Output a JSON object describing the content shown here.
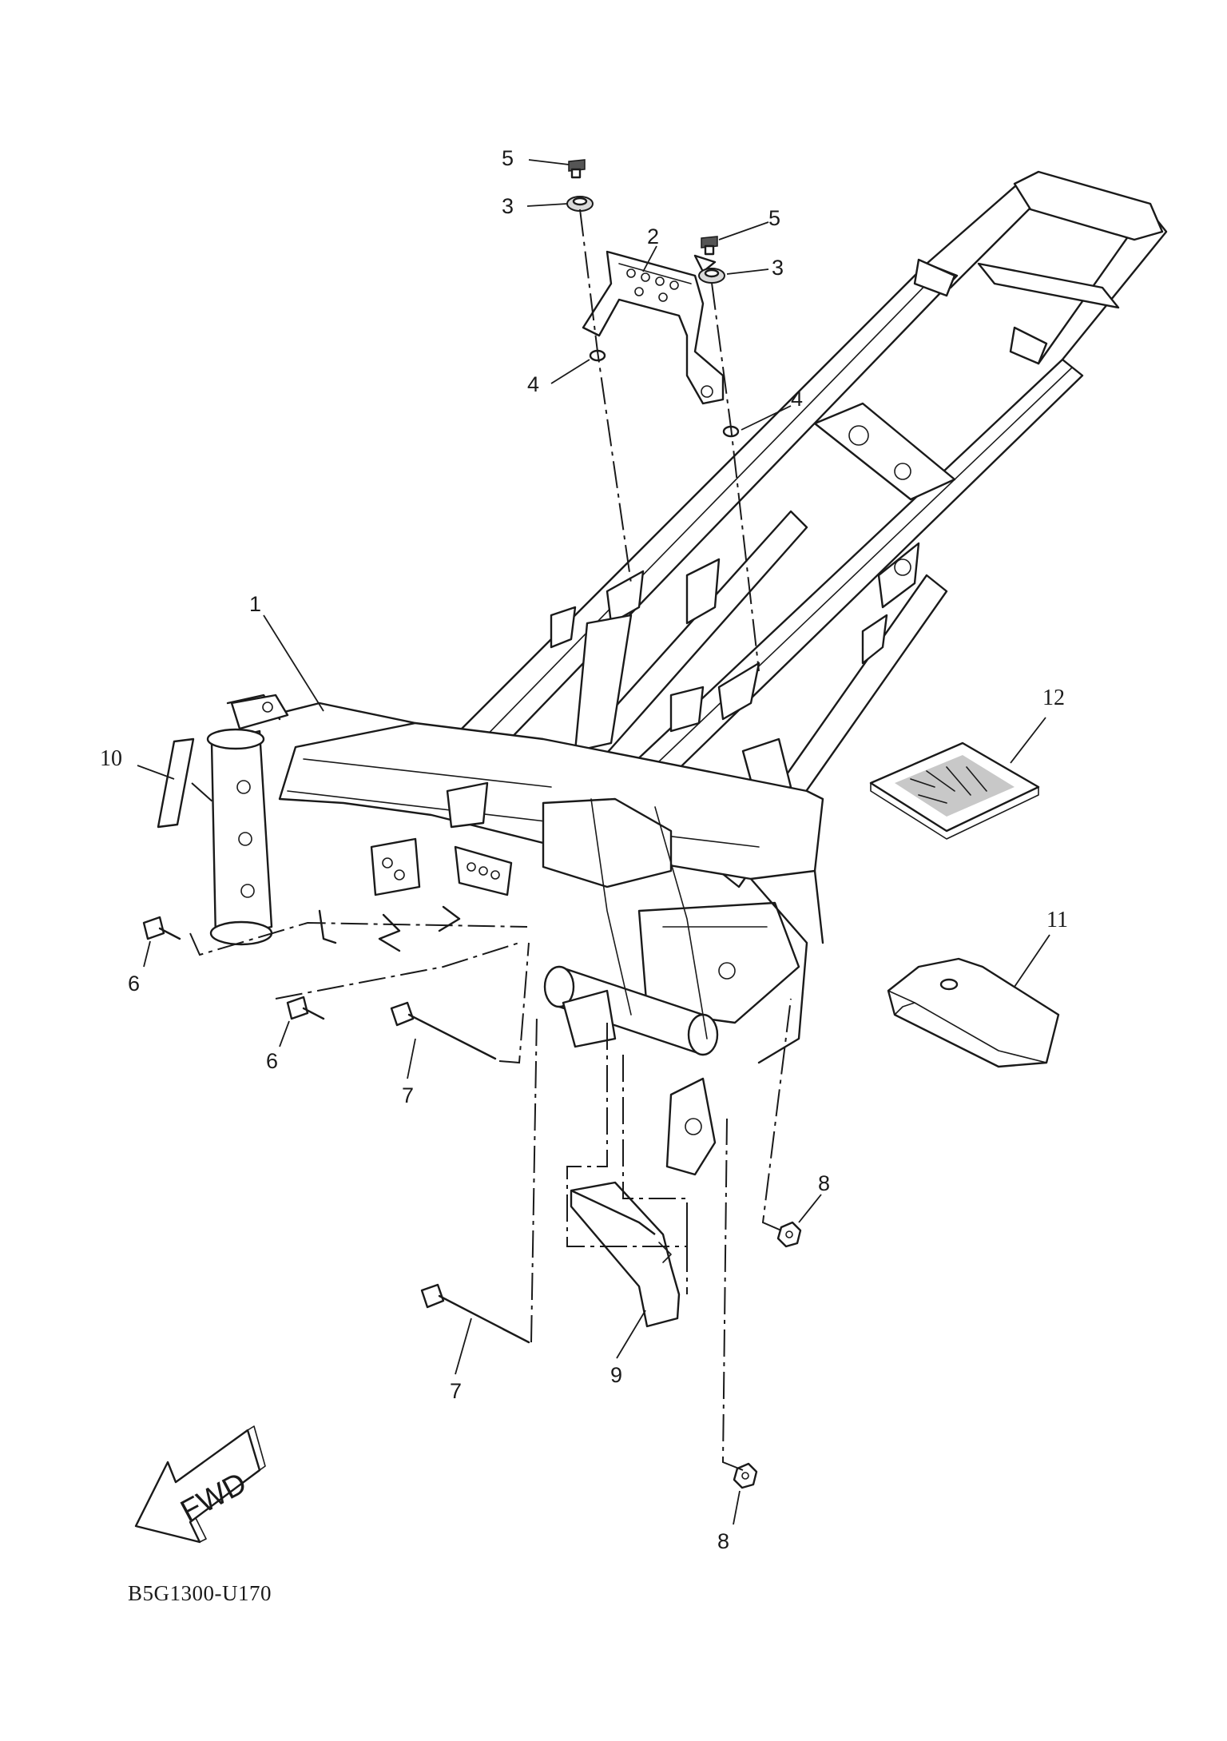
{
  "diagram_code": "B5G1300-U170",
  "fwd_label": "FWD",
  "callouts": {
    "c1": "1",
    "c2": "2",
    "c3a": "3",
    "c3b": "3",
    "c4a": "4",
    "c4b": "4",
    "c5a": "5",
    "c5b": "5",
    "c6a": "6",
    "c6b": "6",
    "c7a": "7",
    "c7b": "7",
    "c8a": "8",
    "c8b": "8",
    "c9": "9",
    "c10": "10",
    "c11": "11",
    "c12": "12"
  },
  "parts": [
    {
      "ref": "1",
      "icon": "frame-icon"
    },
    {
      "ref": "2",
      "icon": "bracket-icon"
    },
    {
      "ref": "3",
      "icon": "damper-icon"
    },
    {
      "ref": "4",
      "icon": "collar-icon"
    },
    {
      "ref": "5",
      "icon": "bolt-icon"
    },
    {
      "ref": "6",
      "icon": "bolt-icon"
    },
    {
      "ref": "7",
      "icon": "long-bolt-icon"
    },
    {
      "ref": "8",
      "icon": "nut-icon"
    },
    {
      "ref": "9",
      "icon": "plate-icon"
    },
    {
      "ref": "10",
      "icon": "label-icon"
    },
    {
      "ref": "11",
      "icon": "cover-icon"
    },
    {
      "ref": "12",
      "icon": "pad-icon"
    }
  ]
}
